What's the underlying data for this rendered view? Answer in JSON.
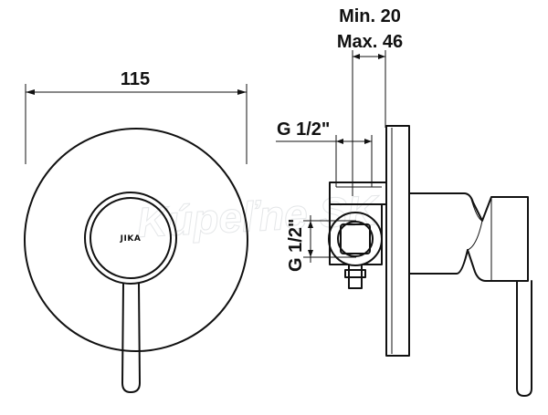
{
  "dimensions": {
    "cover_diameter": "115",
    "depth_min": "Min. 20",
    "depth_max": "Max. 46",
    "thread_top": "G 1/2\"",
    "thread_side": "G 1/2\""
  },
  "brand": "JIKA",
  "watermark": "Kúpeľne SK",
  "colors": {
    "line": "#111111",
    "background": "#ffffff",
    "watermark": "#cfd3d6"
  }
}
